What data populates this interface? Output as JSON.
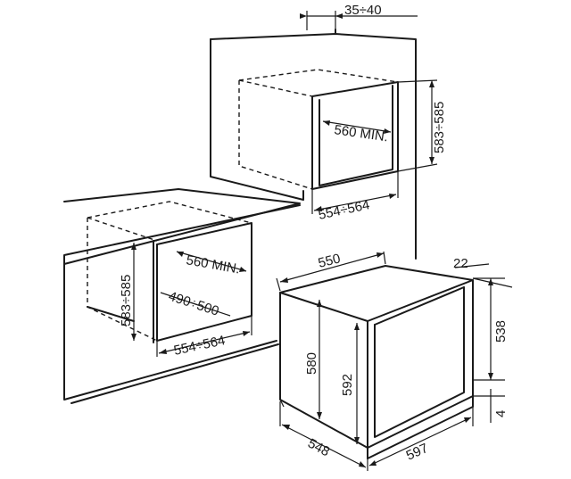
{
  "diagram": {
    "dimensions": {
      "top_gap": "35÷40",
      "upper_height": "583÷585",
      "upper_depth": "560 MIN.",
      "upper_width": "554÷564",
      "lower_depth_min": "560 MIN.",
      "lower_height": "583÷585",
      "lower_inner_depth": "490÷500",
      "lower_width": "554÷564",
      "oven_depth_top": "550",
      "oven_front_offset": "22",
      "oven_front_height": "538",
      "oven_base_offset": "4",
      "oven_body_height": "580",
      "oven_total_height": "592",
      "oven_bottom_depth": "548",
      "oven_width": "597"
    }
  }
}
